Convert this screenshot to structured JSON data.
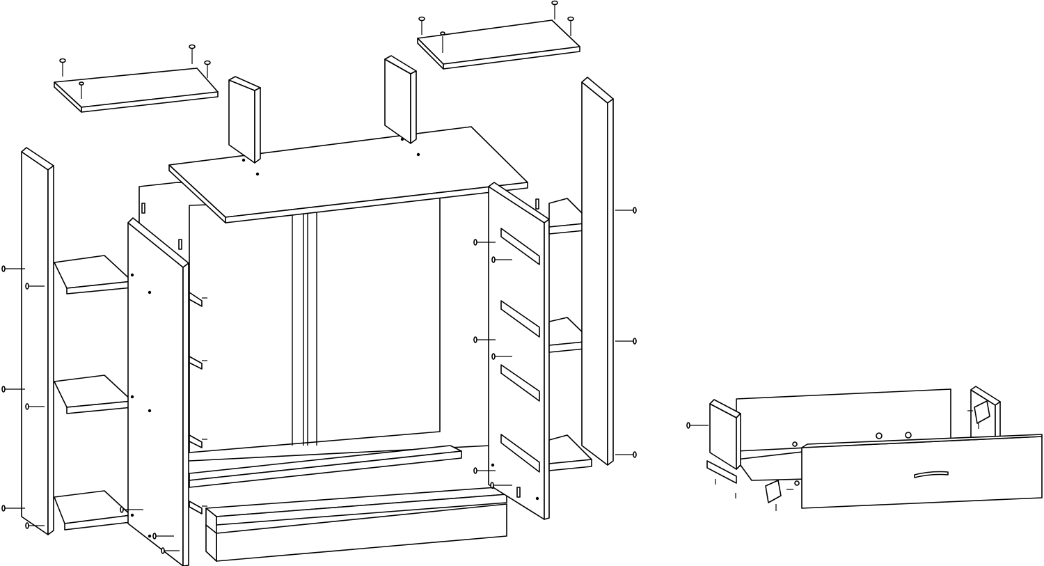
{
  "colors": {
    "background": "#ffffff",
    "line": "#000000"
  },
  "drawing": {
    "cabinet": {
      "parts": [
        "top-shelf-left",
        "top-shelf-right",
        "upper-divider-left",
        "upper-divider-right",
        "top-panel",
        "back-panel",
        "side-panel-outer-left",
        "side-panel-inner-left",
        "side-panel-inner-right",
        "side-panel-outer-right",
        "open-shelf-left",
        "open-shelf-right",
        "bottom-panel",
        "plinth-front",
        "plinth-back",
        "drawer-runners"
      ],
      "fastener_icon": "screw-icon"
    },
    "drawer": {
      "parts": [
        "drawer-side-left",
        "drawer-back-panel",
        "drawer-bottom",
        "drawer-side-right",
        "drawer-front",
        "drawer-handle",
        "corner-bracket"
      ],
      "fastener_icon": "screw-icon"
    }
  }
}
